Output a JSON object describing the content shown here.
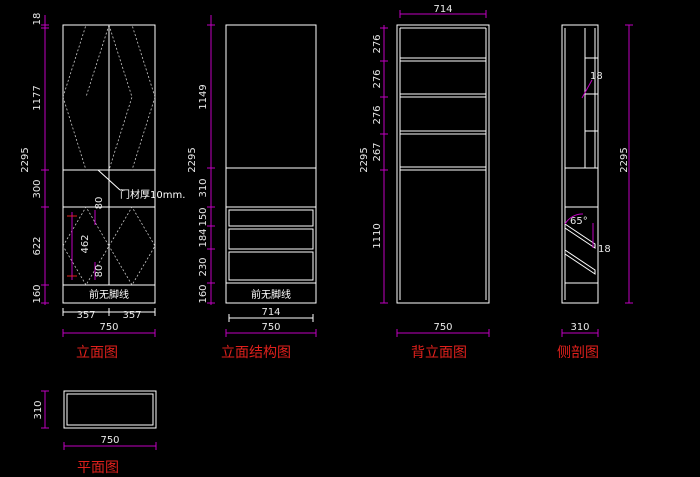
{
  "views": {
    "front": {
      "title": "立面图",
      "dims_v": [
        "18",
        "1177",
        "300",
        "622",
        "160"
      ],
      "overall_h": "2295",
      "dims_h": [
        "357",
        "357"
      ],
      "overall_w": "750",
      "note_material": "门材厚10mm.",
      "note_inner": [
        "80",
        "462",
        "80"
      ],
      "note_kick": "前无脚线"
    },
    "structure": {
      "title": "立面结构图",
      "dims_v": [
        "1149",
        "310",
        "150",
        "184",
        "230",
        "160"
      ],
      "overall_h": "2295",
      "inner_w": "714",
      "overall_w": "750",
      "note_kick": "前无脚线"
    },
    "back": {
      "title": "背立面图",
      "dims_v": [
        "276",
        "276",
        "276",
        "267",
        "1110"
      ],
      "overall_h": "2295",
      "inner_w": "714",
      "overall_w": "750"
    },
    "side": {
      "title": "侧剖图",
      "overall_h": "2295",
      "overall_w": "310",
      "note_thick": "18",
      "note_angle": "65°",
      "note_thick2": "18"
    },
    "plan": {
      "title": "平面图",
      "depth": "310",
      "overall_w": "750"
    }
  }
}
